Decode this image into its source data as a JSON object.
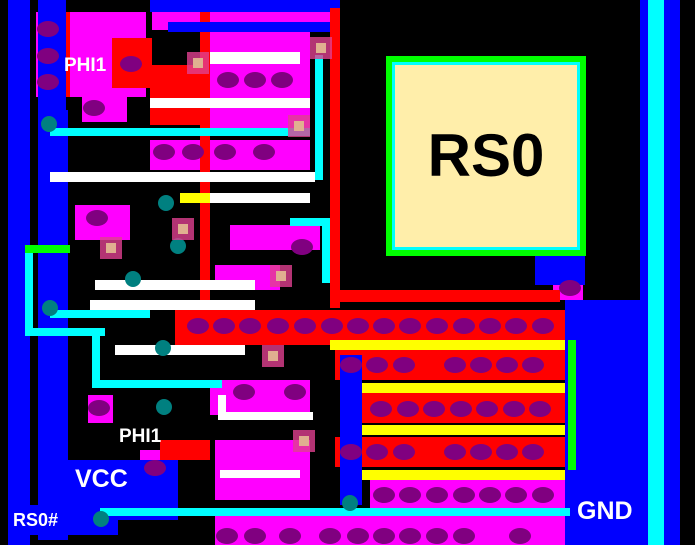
{
  "view": {
    "title": "Chip layout view",
    "layers": [
      {
        "name": "substrate",
        "color": "#000000"
      },
      {
        "name": "diffusion",
        "color": "#ff00ff"
      },
      {
        "name": "polysilicon",
        "color": "#ff0000"
      },
      {
        "name": "metal",
        "color": "#0000ff"
      },
      {
        "name": "metal-highlight",
        "color": "#00ffff"
      },
      {
        "name": "gate",
        "color": "#ffff00"
      },
      {
        "name": "buried-contact",
        "color": "#00ff00"
      },
      {
        "name": "contact",
        "color": "#800080"
      },
      {
        "name": "via",
        "color": "#008080"
      },
      {
        "name": "pad",
        "color": "#ffeeaa"
      }
    ]
  },
  "labels": {
    "phi1_top": "PHI1",
    "phi1_bottom": "PHI1",
    "vcc": "VCC",
    "rs0_n": "RS0#",
    "gnd": "GND",
    "pad": "RS0"
  }
}
